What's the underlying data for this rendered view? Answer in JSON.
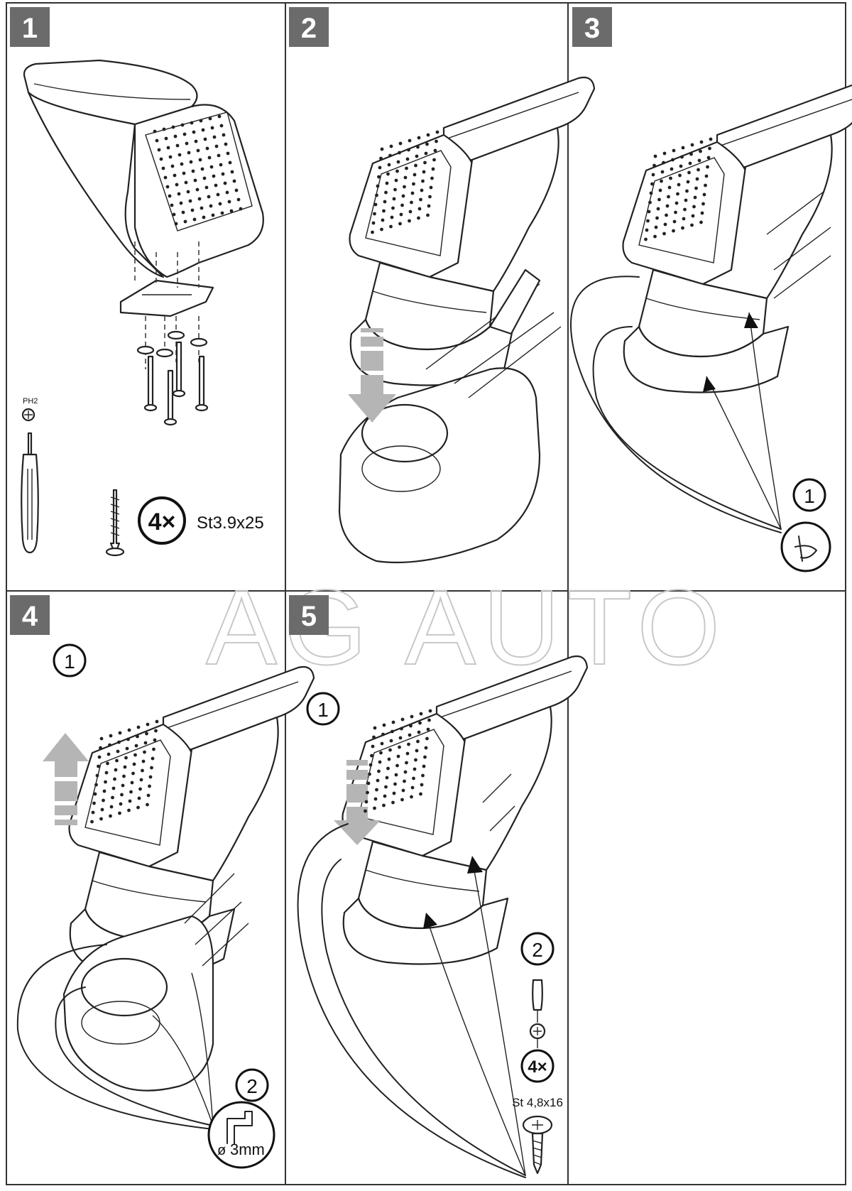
{
  "steps": [
    {
      "number": "1"
    },
    {
      "number": "2"
    },
    {
      "number": "3"
    },
    {
      "number": "4"
    },
    {
      "number": "5"
    }
  ],
  "step1": {
    "tool_label": "PH2",
    "screw_count": "4×",
    "screw_spec": "St3.9x25"
  },
  "step3": {
    "marker": "1"
  },
  "step4": {
    "marker_1": "1",
    "marker_2": "2",
    "drill_size": "3mm",
    "drill_diameter_symbol": "ø"
  },
  "step5": {
    "marker_1": "1",
    "marker_2": "2",
    "screw_count": "4×",
    "screw_spec": "St 4,8x16"
  },
  "watermark": "AG AUTO",
  "colors": {
    "badge": "#6b6b6b",
    "line": "#222222",
    "arrow_fill": "#b5b5b5",
    "watermark": "#c8c8c8"
  }
}
